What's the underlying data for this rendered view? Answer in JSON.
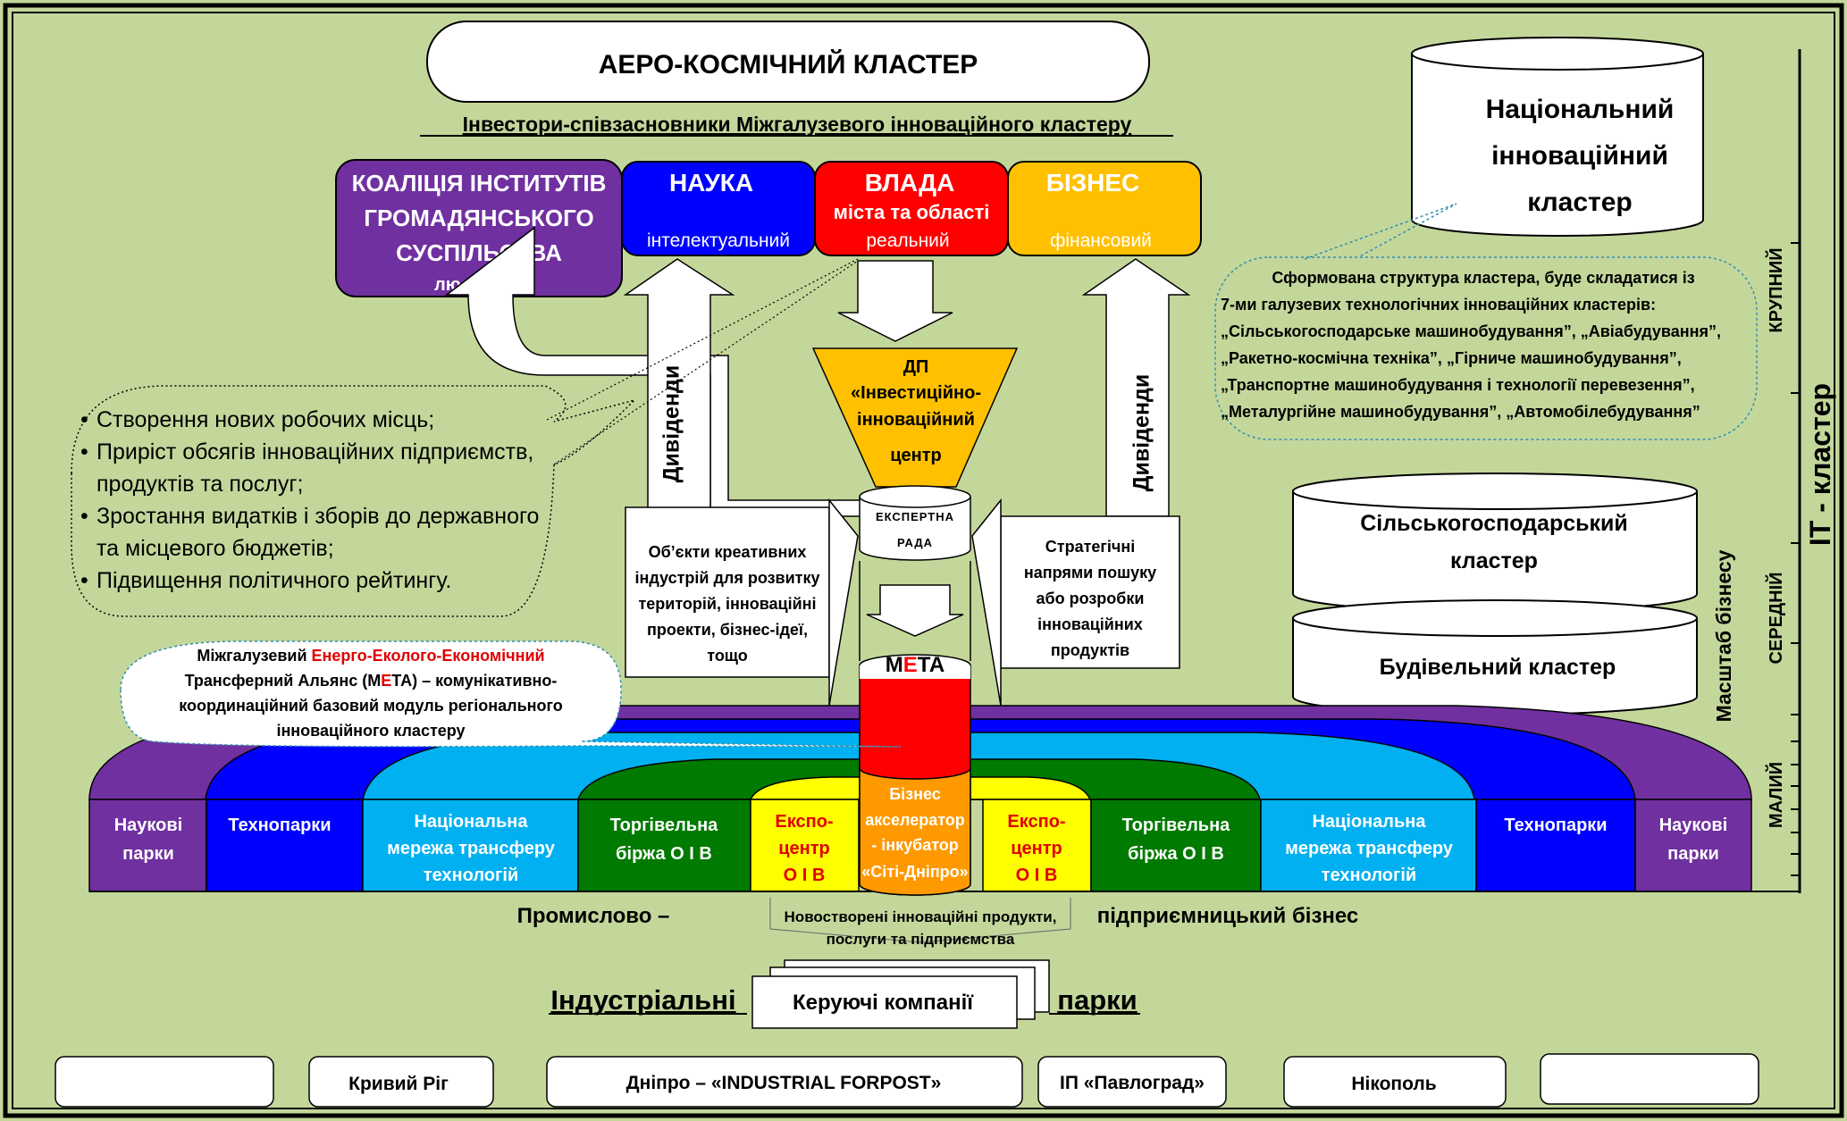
{
  "title": "АЕРО-КОСМІЧНИЙ КЛАСТЕР",
  "investors_heading": "Інвестори-співзасновники Міжгалузевого інноваційного кластеру",
  "investors": [
    {
      "title": "КОАЛІЦІЯ ІНСТИТУТІВ ГРОМАДЯНСЬКОГО СУСПІЛЬСТВА",
      "sub": "людський",
      "color": "#7030a0"
    },
    {
      "title": "НАУКА",
      "sub": "інтелектуальний",
      "color": "#0000ff"
    },
    {
      "title": "ВЛАДА",
      "sub2": "міста та області",
      "sub": "реальний",
      "color": "#ff0000"
    },
    {
      "title": "БІЗНЕС",
      "sub": "фінансовий",
      "color": "#ffc000"
    }
  ],
  "national_cluster": "Національний інноваційний кластер",
  "national_note": {
    "lead": "Сформована структура кластера, буде складатися із",
    "lines": [
      "7-ми галузевих технологічних інноваційних кластерів:",
      "„Сільськогосподарське машинобудування”, „Авіабудування”,",
      "„Ракетно-космічна техніка”, „Гірниче машинобудування”,",
      "„Транспортне машинобудування і технології перевезення”,",
      "„Металургійне машинобудування”,  „Автомобілебудування”"
    ]
  },
  "benefits": [
    "Створення нових робочих місць;",
    "Приріст обсягів інноваційних підприємств, продуктів та послуг;",
    "Зростання видатків і зборів до державного та місцевого бюджетів;",
    "Підвищення політичного рейтингу."
  ],
  "dividends_label": "Дивіденди",
  "funnel": {
    "line1": "ДП",
    "line2": "«Інвестиційно-",
    "line3": "інноваційний",
    "line4": "центр"
  },
  "expert_council": {
    "line1": "ЕКСПЕРТНА",
    "line2": "РАДА"
  },
  "creative": [
    "Об’єкти креативних",
    "індустрій для розвитку",
    "територій, інноваційні",
    "проекти, бізнес-ідеї,",
    "тощо"
  ],
  "strategic": [
    "Стратегічні",
    "напрями пошуку",
    "або розробки",
    "інноваційних",
    "продуктів"
  ],
  "meta": {
    "m": "М",
    "e": "Е",
    "ta": "ТА"
  },
  "meta_callout": {
    "pre": "Міжгалузевий ",
    "red": "Енерго-Еколого-Економічний",
    "line2a": "Трансферний Альянс (М",
    "line2e": "Е",
    "line2b": "ТА) – комунікативно-",
    "line3": "координаційний базовий модуль регіонального",
    "line4": "інноваційного кластеру"
  },
  "side_clusters": [
    "Сільськогосподарський кластер",
    "Будівельний кластер"
  ],
  "scale": {
    "axis_title": "Масштаб бізнесу",
    "big": "КРУПНИЙ",
    "mid": "СЕРЕДНІЙ",
    "small": "МАЛИЙ",
    "it": "IT - кластер"
  },
  "bands": [
    {
      "label": "Наукові парки",
      "color": "#7030a0"
    },
    {
      "label": "Технопарки",
      "color": "#0000ff"
    },
    {
      "label": "Національна мережа трансферу технологій",
      "color": "#00b0f0"
    },
    {
      "label": "Торгівельна біржа  О І В",
      "color": "#007a00"
    },
    {
      "label": "Експо-центр О І В",
      "color": "#ffff00"
    }
  ],
  "accelerator": [
    "Бізнес",
    "акселератор",
    "- інкубатор",
    "«Сіті-Дніпро»"
  ],
  "industrial": {
    "left": "Промислово –",
    "right": "підприємницький бізнес",
    "new_products_1": "Новостворені інноваційні продукти,",
    "new_products_2": "послуги та підприємства",
    "parks_left": "Індустріальні",
    "parks_right": "парки",
    "managing": "Керуючі компанії"
  },
  "cities": [
    "",
    "Кривий Ріг",
    "Дніпро – «INDUSTRIAL FORPOST»",
    "ІП «Павлоград»",
    "Нікополь",
    ""
  ],
  "colors": {
    "background": "#c4d79b",
    "frame": "#000000",
    "funnel": "#ffc000",
    "meta_red": "#ff0000",
    "accelerator": "#ff9900"
  }
}
